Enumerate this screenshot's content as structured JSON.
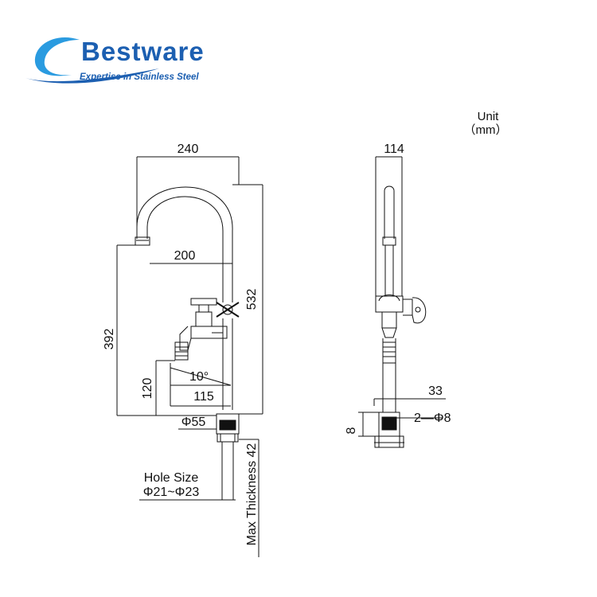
{
  "logo": {
    "brand": "Bestware",
    "tagline": "Expertise in Stainless Steel",
    "primary_color": "#1c5fb1",
    "swoosh_color": "#2a9be0"
  },
  "units": {
    "label": "Unit",
    "value": "（mm）"
  },
  "front_view": {
    "width": "240",
    "spout_reach": "200",
    "height": "532",
    "outlet_height": "392",
    "nozzle_height": "120",
    "angle": "10°",
    "nozzle_reach": "115",
    "base_diameter": "Φ55",
    "max_thickness": "Max Thickness 42",
    "hole_size_label": "Hole Size",
    "hole_size_value": "Φ21~Φ23"
  },
  "side_view": {
    "width": "114",
    "base_width": "33",
    "pin_spec": "2—Φ8",
    "base_height": "8"
  }
}
